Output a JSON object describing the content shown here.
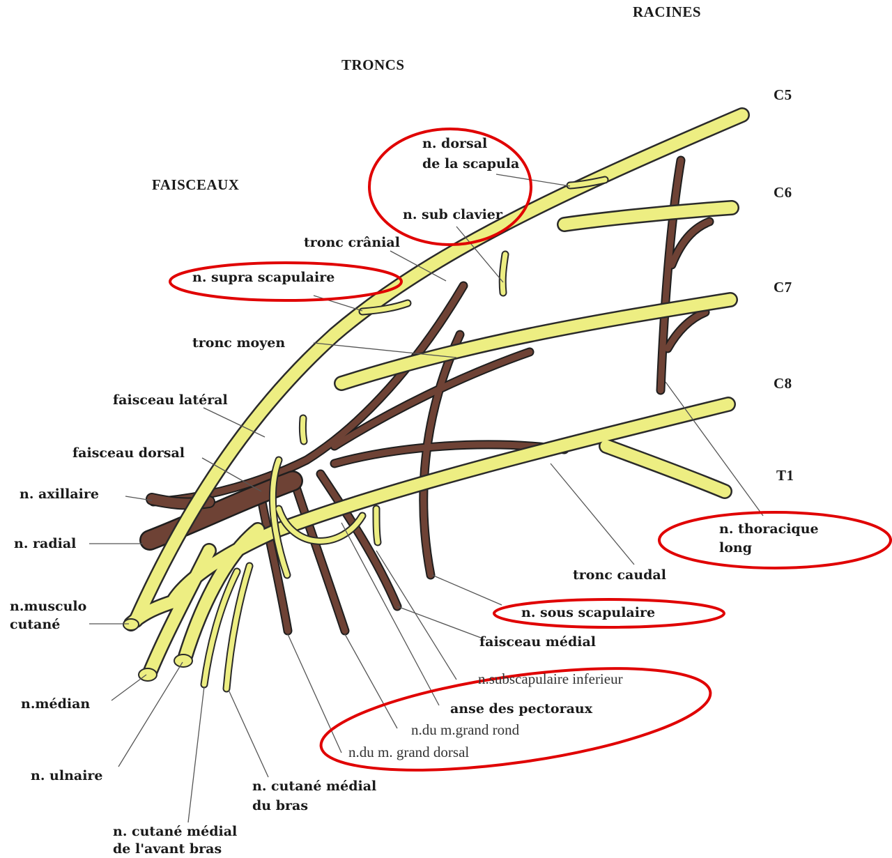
{
  "headings": {
    "racines": "RACINES",
    "troncs": "TRONCS",
    "faisceaux": "FAISCEAUX"
  },
  "roots": {
    "c5": "C5",
    "c6": "C6",
    "c7": "C7",
    "c8": "C8",
    "t1": "T1"
  },
  "labels": {
    "dorsal_scapula_1": "n. dorsal",
    "dorsal_scapula_2": "de la scapula",
    "sub_clavier": "n. sub clavier",
    "tronc_cranial": "tronc crânial",
    "supra_scapulaire": "n. supra scapulaire",
    "tronc_moyen": "tronc moyen",
    "faisceau_lateral": "faisceau latéral",
    "faisceau_dorsal": "faisceau dorsal",
    "axillaire": "n. axillaire",
    "radial": "n. radial",
    "musculo_1": "n.musculo",
    "musculo_2": "cutané",
    "median": "n.médian",
    "ulnaire": "n. ulnaire",
    "cut_bras_1": "n. cutané médial",
    "cut_bras_2": "du bras",
    "cut_avant_1": "n. cutané médial",
    "cut_avant_2": "de l'avant bras",
    "thoracique_1": "n. thoracique",
    "thoracique_2": "long",
    "tronc_caudal": "tronc caudal",
    "sous_scapulaire": "n. sous scapulaire",
    "faisceau_medial": "faisceau médial",
    "subscap_inf": "n.subscapulaire inferieur",
    "anse_pectoraux": "anse des pectoraux",
    "grand_rond": "n.du m.grand rond",
    "grand_dorsal": "n.du m. grand dorsal"
  },
  "colors": {
    "nerve_yellow": "#EDEE82",
    "nerve_brown": "#6E4235",
    "outline": "#2a2a2a",
    "highlight_red": "#E00000",
    "leader": "#555555"
  }
}
